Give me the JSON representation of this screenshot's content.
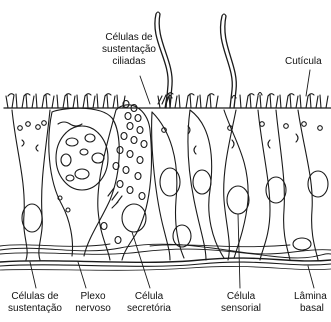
{
  "labels": {
    "celulas_sustentacao_ciliadas": [
      "Células de",
      "sustentação",
      "ciliadas"
    ],
    "cuticula": "Cutícula",
    "celulas_sustentacao": [
      "Células de",
      "sustentação"
    ],
    "plexo_nervoso": [
      "Plexo",
      "nervoso"
    ],
    "celula_secretoria": [
      "Célula",
      "secretória"
    ],
    "celula_sensorial": [
      "Célula",
      "sensorial"
    ],
    "lamina_basal": [
      "Lâmina",
      "basal"
    ]
  }
}
